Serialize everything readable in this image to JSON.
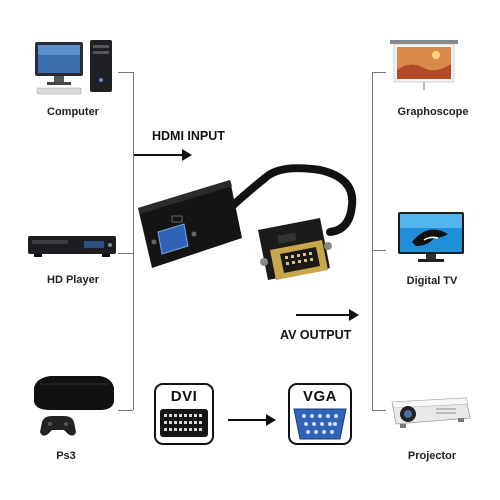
{
  "left_devices": [
    {
      "label": "Computer",
      "icon": "computer-icon"
    },
    {
      "label": "HD Player",
      "icon": "hd-player-icon"
    },
    {
      "label": "Ps3",
      "icon": "ps3-console-icon"
    }
  ],
  "right_devices": [
    {
      "label": "Graphoscope",
      "icon": "projector-screen-icon"
    },
    {
      "label": "Digital TV",
      "icon": "digital-tv-icon"
    },
    {
      "label": "Projector",
      "icon": "projector-icon"
    }
  ],
  "hdmi_input": "HDMI INPUT",
  "av_output": "AV OUTPUT",
  "dvi_label": "DVI",
  "vga_label": "VGA",
  "colors": {
    "cable": "#111111",
    "vga_blue": "#2f63b8",
    "connector_gold": "#c9a64a",
    "line": "#777777"
  }
}
